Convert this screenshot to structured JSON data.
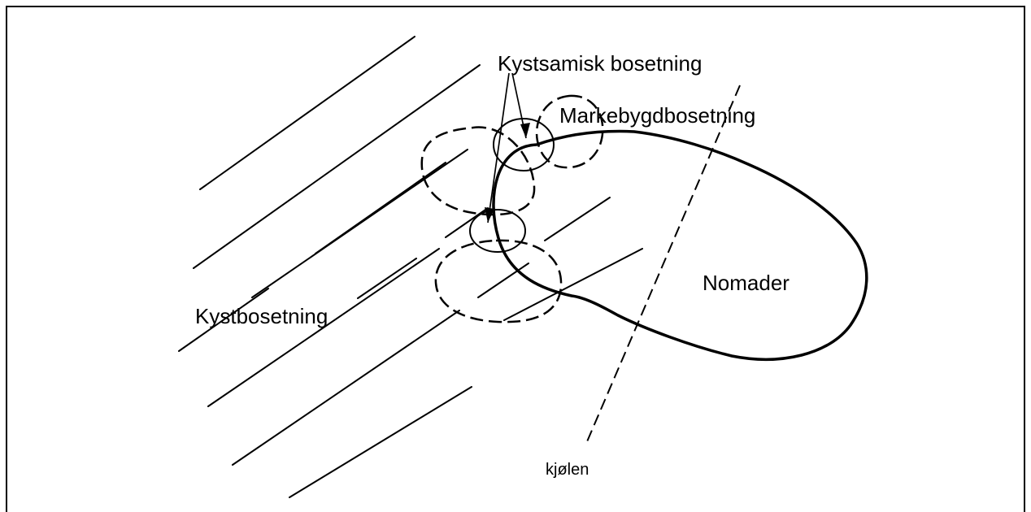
{
  "diagram": {
    "labels": {
      "coastal_sami": "Kystsamisk bosetning",
      "markebygd": "Markebygdbosetning",
      "coastal": "Kystbosetning",
      "nomads": "Nomader",
      "ridge": "kjølen"
    },
    "colors": {
      "ink": "#000000",
      "background": "#ffffff"
    }
  }
}
